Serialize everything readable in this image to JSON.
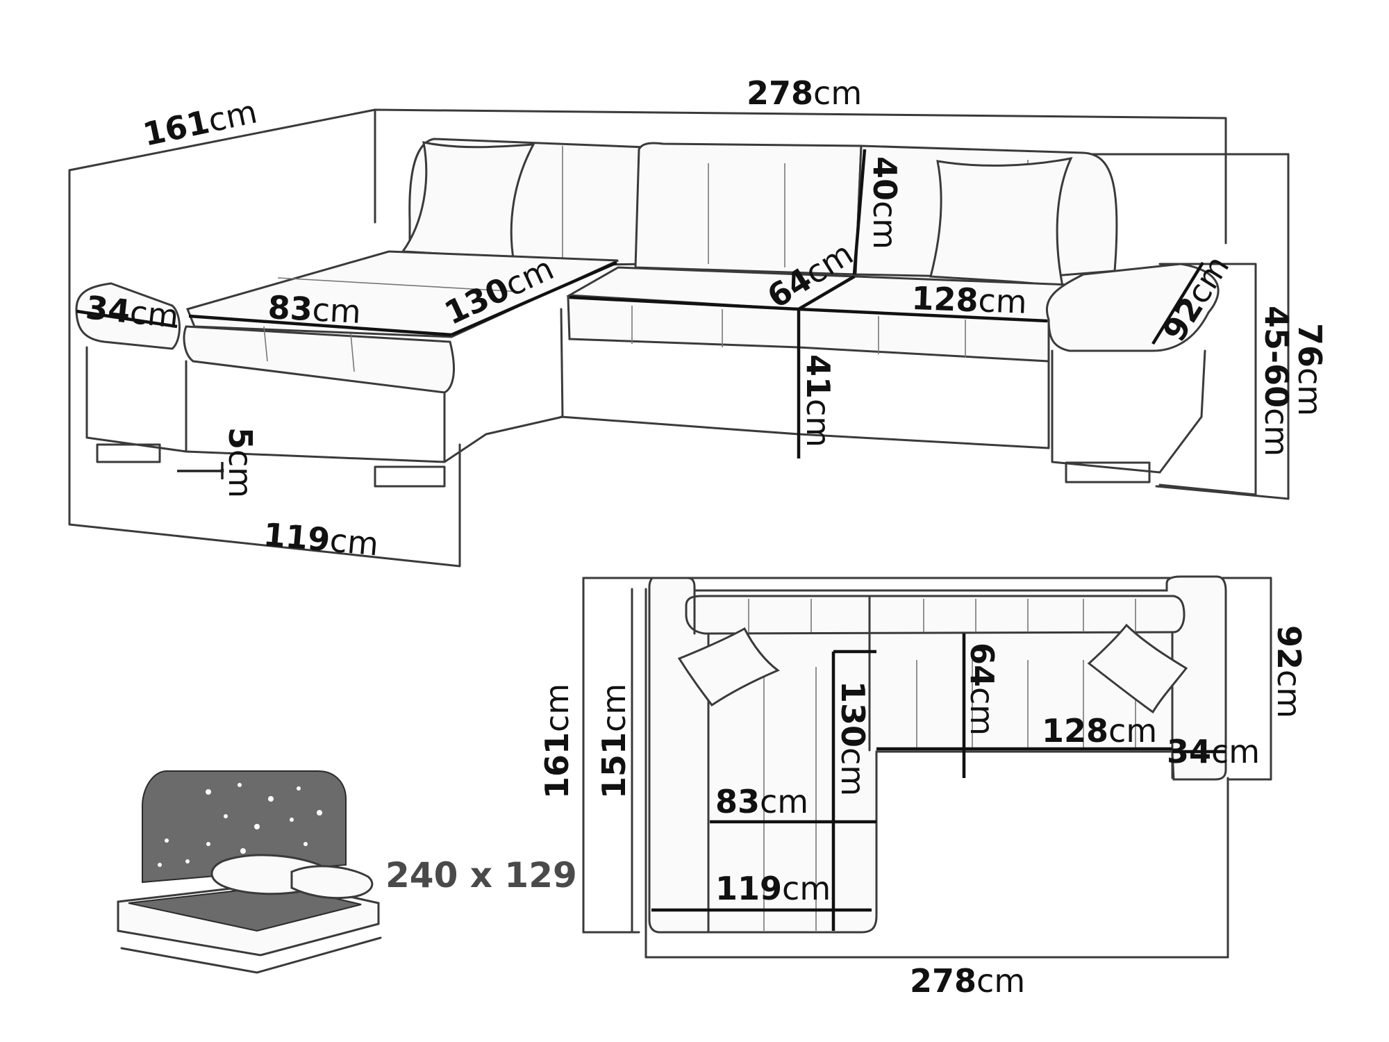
{
  "diagram": {
    "unit": "cm",
    "perspective_view": {
      "total_width": {
        "value": "278",
        "unit": "cm"
      },
      "depth_left": {
        "value": "161",
        "unit": "cm"
      },
      "chaise_width": {
        "value": "119",
        "unit": "cm"
      },
      "armrest_width": {
        "value": "34",
        "unit": "cm"
      },
      "seat_width": {
        "value": "83",
        "unit": "cm"
      },
      "chaise_length": {
        "value": "130",
        "unit": "cm"
      },
      "seat_depth": {
        "value": "64",
        "unit": "cm"
      },
      "back_height": {
        "value": "40",
        "unit": "cm"
      },
      "right_seat": {
        "value": "128",
        "unit": "cm"
      },
      "right_arm": {
        "value": "92",
        "unit": "cm"
      },
      "seat_height": {
        "value": "41",
        "unit": "cm"
      },
      "leg_height": {
        "value": "5",
        "unit": "cm"
      },
      "arm_height": {
        "value": "45-60",
        "unit": "cm"
      },
      "total_height": {
        "value": "76",
        "unit": "cm"
      }
    },
    "top_view": {
      "width_bottom": {
        "value": "278",
        "unit": "cm"
      },
      "depth_total": {
        "value": "161",
        "unit": "cm"
      },
      "depth_inner": {
        "value": "151",
        "unit": "cm"
      },
      "depth_right": {
        "value": "92",
        "unit": "cm"
      },
      "chaise_length": {
        "value": "130",
        "unit": "cm"
      },
      "seat_depth": {
        "value": "64",
        "unit": "cm"
      },
      "right_seat": {
        "value": "128",
        "unit": "cm"
      },
      "armrest": {
        "value": "34",
        "unit": "cm"
      },
      "seat_width": {
        "value": "83",
        "unit": "cm"
      },
      "chaise_width": {
        "value": "119",
        "unit": "cm"
      }
    },
    "bed_size": "240 x 129"
  }
}
